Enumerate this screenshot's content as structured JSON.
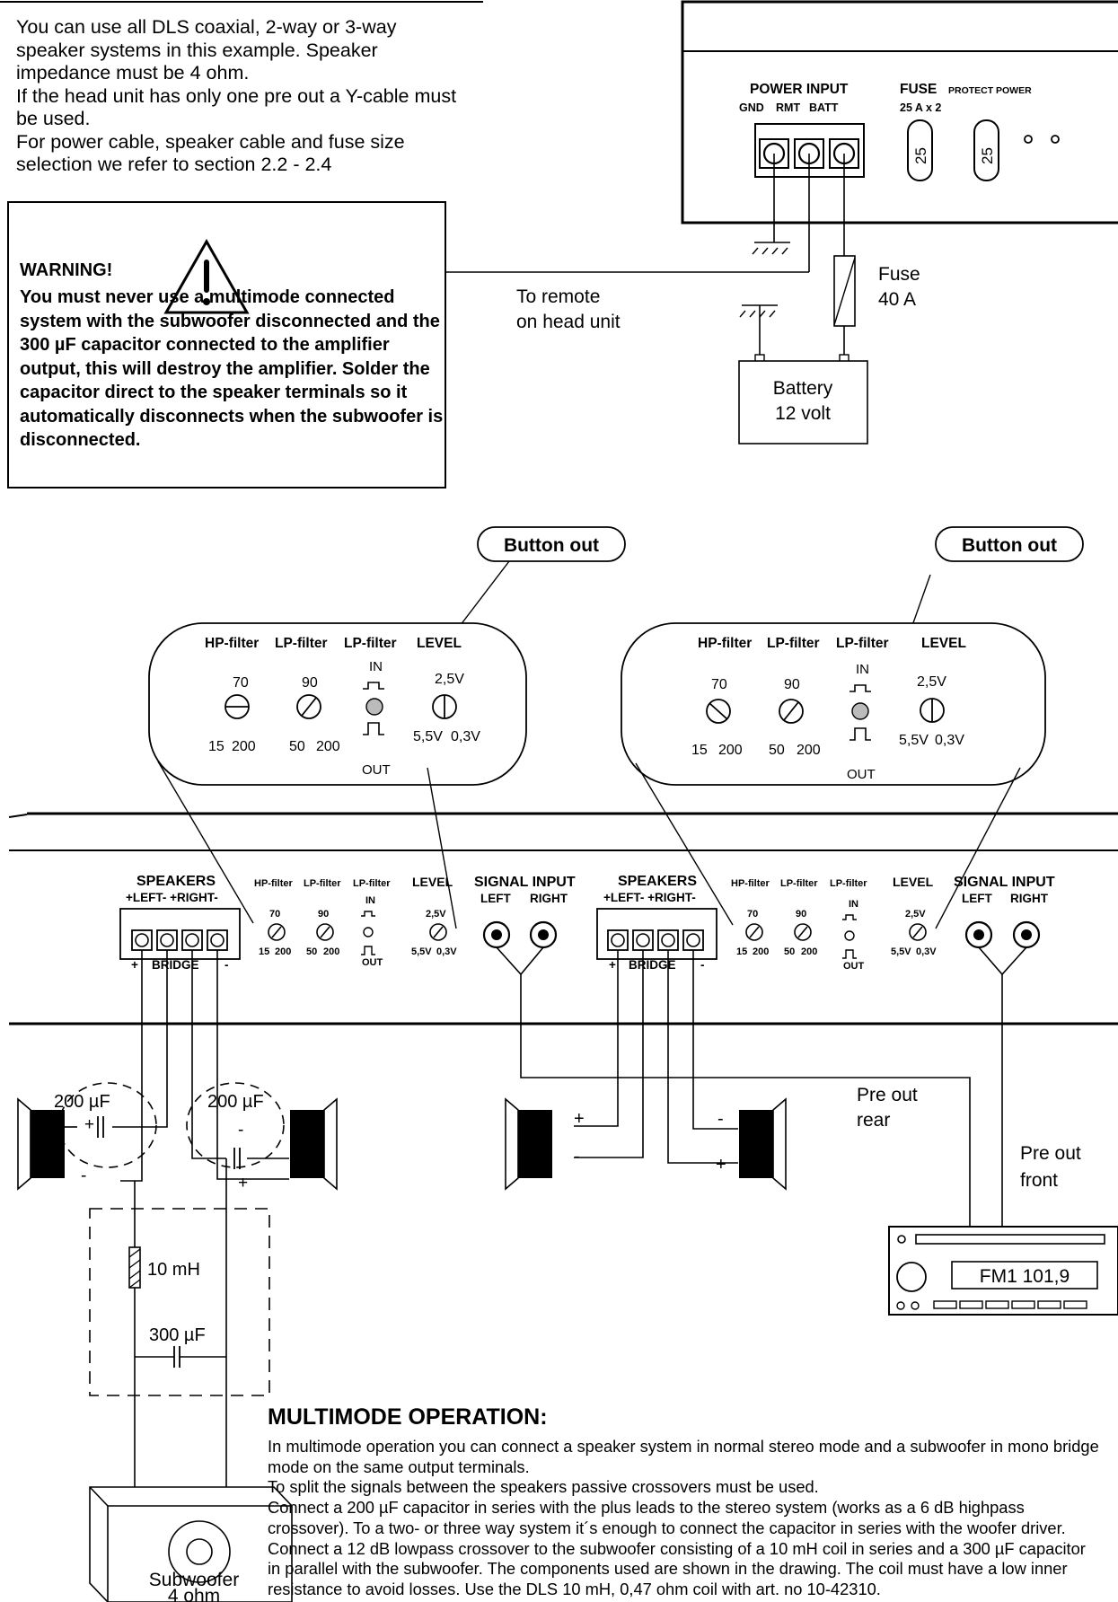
{
  "intro": {
    "lines": [
      "You can use all DLS coaxial, 2-way or 3-way speaker systems in this example. Speaker impedance must be 4 ohm.",
      "If the head unit has only one pre out a Y-cable must be used.",
      "For power cable, speaker cable and fuse size selection we refer to section 2.2 - 2.4"
    ]
  },
  "warning": {
    "title": "WARNING!",
    "text": "You must never use a multimode connected system with the subwoofer disconnected and the 300 µF capacitor connected to the amplifier output, this will destroy the amplifier. Solder the capacitor direct to the speaker terminals so it automatically disconnects when the subwoofer is disconnected."
  },
  "power": {
    "power_input": "POWER INPUT",
    "gnd": "GND",
    "rmt": "RMT",
    "batt": "BATT",
    "fuse": "FUSE",
    "fuse_rating": "25 A x 2",
    "protect": "PROTECT",
    "power_led": "POWER",
    "fuse_value": "25"
  },
  "remote_label": [
    "To remote",
    "on head unit"
  ],
  "main_fuse": [
    "Fuse",
    "40 A"
  ],
  "battery": [
    "Battery",
    "12 volt"
  ],
  "button_out": "Button out",
  "zoom_panel": {
    "hp": "HP-filter",
    "lp": "LP-filter",
    "lp2": "LP-filter",
    "level": "LEVEL",
    "hp_mid": "70",
    "hp_min": "15",
    "hp_max": "200",
    "lp_mid": "90",
    "lp_min": "50",
    "lp_max": "200",
    "in": "IN",
    "out": "OUT",
    "level_mid": "2,5V",
    "level_min": "5,5V",
    "level_max": "0,3V"
  },
  "amp": {
    "speakers": "SPEAKERS",
    "channels": "+LEFT-  +RIGHT-",
    "bridge": "BRIDGE",
    "plus": "+",
    "minus": "-",
    "signal_input": "SIGNAL INPUT",
    "left": "LEFT",
    "right": "RIGHT"
  },
  "caps": {
    "c200": "200 µF",
    "c300": "300 µF",
    "coil": "10 mH"
  },
  "pre_out_rear": [
    "Pre out",
    "rear"
  ],
  "pre_out_front": [
    "Pre out",
    "front"
  ],
  "radio_display": "FM1 101,9",
  "subwoofer": [
    "Subwoofer",
    "4 ohm"
  ],
  "multimode": {
    "title": "MULTIMODE OPERATION:",
    "paragraphs": [
      "In multimode operation you can connect a speaker system in normal stereo mode and a subwoofer in mono bridge mode on the same output terminals.",
      "To split the signals between the speakers passive crossovers must be used.",
      "Connect a 200 µF capacitor in series with the plus leads to the stereo system (works as a 6 dB highpass crossover).  To a two- or three way system it´s enough to connect the capacitor in series with the woofer driver.",
      "Connect a 12 dB lowpass crossover to the subwoofer consisting of a 10 mH coil in series and a 300 µF capacitor in parallel with the subwoofer.  The components used are shown in the drawing. The coil must have a low inner resistance to avoid losses. Use the DLS 10 mH, 0,47 ohm coil with art. no 10-42310."
    ]
  }
}
